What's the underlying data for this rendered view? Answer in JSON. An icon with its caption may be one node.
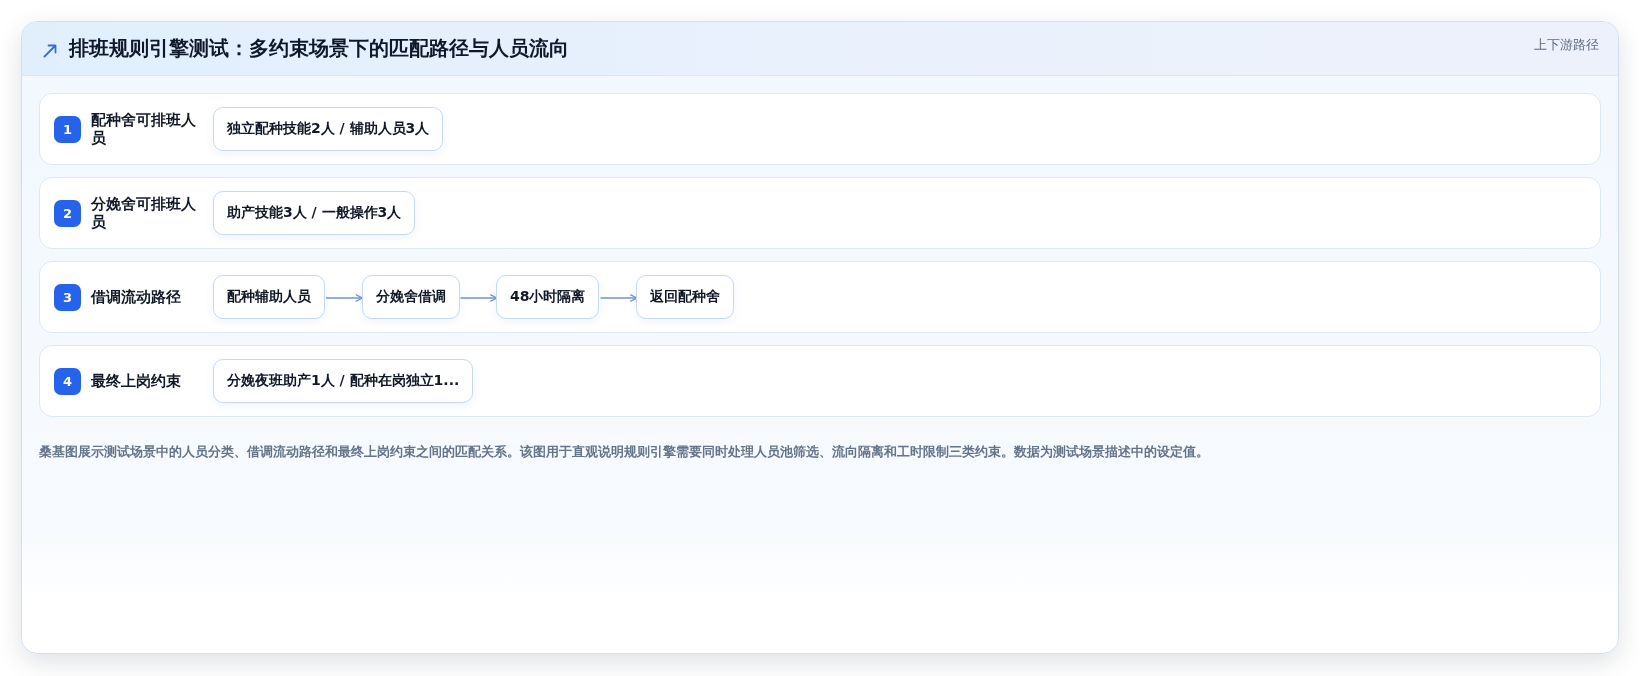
{
  "diagram": {
    "title": "排班规则引擎测试：多约束场景下的匹配路径与人员流向",
    "caption": "桑基图展示测试场景中的人员分类、借调流动路径和最终上岗约束之间的匹配关系。该图用于直观说明规则引擎需要同时处理人员池筛选、流向隔离和工时限制三类约束。数据为测试场景描述中的设定值。",
    "nodes": [
      {
        "text": [
          "配种舍可排班人员"
        ]
      },
      {
        "text": [
          "1"
        ],
        "in": 0
      },
      {
        "text": [
          "独立配种技能2人 / 辅助人员3人"
        ],
        "in": 0
      },
      {
        "text": [
          "分娩舍可排班人员"
        ]
      },
      {
        "text": [
          "2"
        ],
        "in": 3
      },
      {
        "text": [
          "助产技能3人 / 一般操作3人"
        ],
        "in": 3
      },
      {
        "text": [
          "借调流动路径"
        ]
      },
      {
        "text": [
          "3"
        ],
        "in": 6
      },
      {
        "text": [
          "配种辅助人员"
        ],
        "in": 6
      },
      {
        "text": [
          "分娩舍借调"
        ],
        "in": 6
      },
      {
        "text": [
          "48小时隔离"
        ],
        "in": 6
      },
      {
        "text": [
          "返回配种舍"
        ],
        "in": 6
      },
      {
        "text": [
          "最终上岗约束"
        ]
      },
      {
        "text": [
          "4"
        ],
        "in": 12
      },
      {
        "text": [
          "分娩夜班助产1人 / 配种在岗独立1..."
        ],
        "in": 12
      }
    ],
    "edges": [
      {
        "from": 8,
        "to": 9,
        "arrow": "to"
      },
      {
        "from": 9,
        "to": 10,
        "arrow": "to"
      },
      {
        "from": 10,
        "to": 11,
        "arrow": "to"
      }
    ],
    "labels": [
      "上下游路径"
    ]
  }
}
